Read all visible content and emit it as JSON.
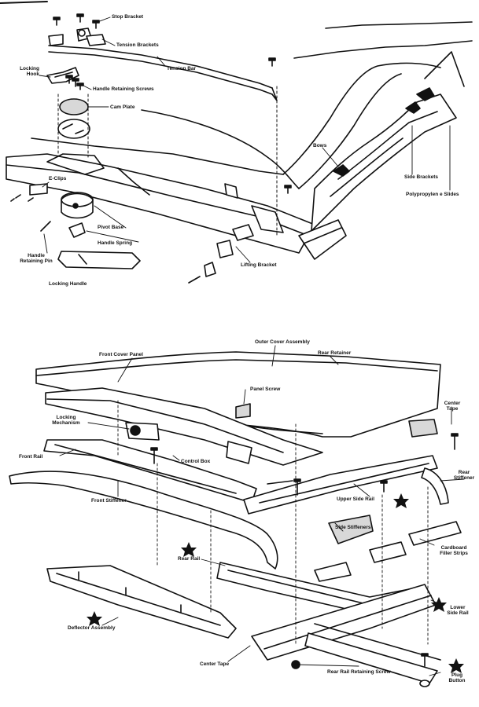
{
  "top_assembly": {
    "labels": {
      "stop_bracket": "Stop Bracket",
      "tension_brackets": "Tension Brackets",
      "tension_bar": "Tension Bar",
      "locking_hook": "Locking\nHook",
      "handle_retaining_screws": "Handle Retaining Screws",
      "cam_plate": "Cam Plate",
      "e_clips": "E-Clips",
      "bows": "Bows",
      "side_brackets": "Side Brackets",
      "polypropylene_slides": "Polypropylen e Slides",
      "pivot_base": "Pivot Base",
      "handle_spring": "Handle Spring",
      "handle_retaining_pin": "Handle\nRetaining Pin",
      "locking_handle": "Locking Handle",
      "lifting_bracket": "Lifting Bracket"
    }
  },
  "bottom_assembly": {
    "labels": {
      "outer_cover_assembly": "Outer Cover Assembly",
      "front_cover_panel": "Front Cover Panel",
      "rear_retainer": "Rear Retainer",
      "panel_screw": "Panel Screw",
      "locking_mechanism": "Locking\nMechanism",
      "center_tape_top": "Center\nTape",
      "front_rail": "Front Rail",
      "control_box": "Control Box",
      "rear_stiffener": "Rear\nStiffener",
      "upper_side_rail": "Upper Side Rail",
      "front_stiffener": "Front Stiffener",
      "side_stiffeners": "Side Stiffeners",
      "cardboard_filler_strips": "Cardboard\nFiller Strips",
      "rear_rail": "Rear Rail",
      "lower_side_rail": "Lower\nSide Rail",
      "deflector_assembly": "Deflector Assembly",
      "center_tape_bottom": "Center Tape",
      "rear_rail_retaining_screw": "Rear Rail Retaining Screw",
      "plug_button": "Plug\nButton"
    }
  },
  "colors": {
    "ink": "#111111",
    "paper": "#ffffff",
    "shade": "#d8d8d8"
  }
}
